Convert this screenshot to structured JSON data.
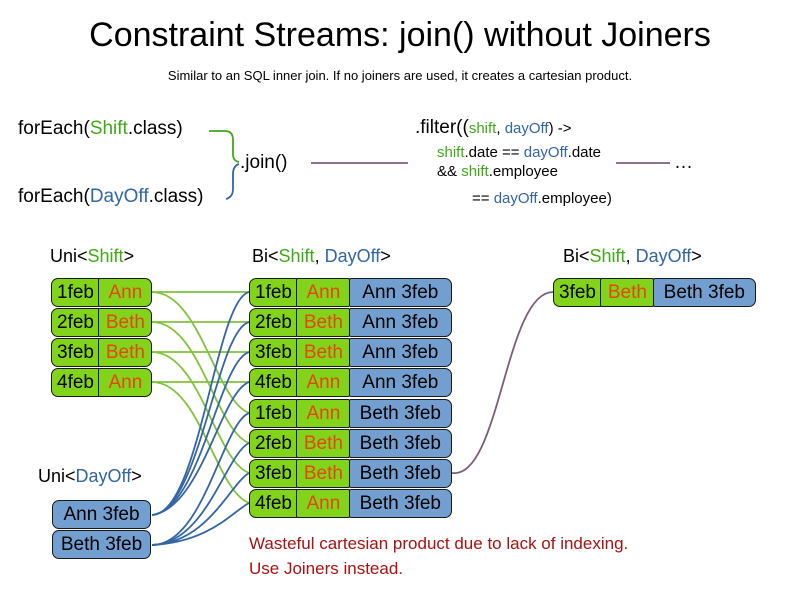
{
  "header": {
    "title": "Constraint Streams: join() without Joiners",
    "subtitle": "Similar to an SQL inner join. If no joiners are used, it creates a cartesian product."
  },
  "colors": {
    "shift_green": "#3faa18",
    "dayoff_blue": "#3465a4",
    "box_green": "#81d41a",
    "box_blue": "#729fcf",
    "name_orange": "#e8450f",
    "warning_red": "#aa1111",
    "join_purple": "#7b5e7b"
  },
  "code": {
    "for_each_shift": {
      "prefix": "forEach(",
      "type": "Shift",
      "suffix": ".class)"
    },
    "for_each_dayoff": {
      "prefix": "forEach(",
      "type": "DayOff",
      "suffix": ".class)"
    },
    "join": ".join()",
    "filter": {
      "line1_prefix": ".filter((",
      "line1_p1": "shift",
      "line1_comma": ", ",
      "line1_p2": "dayOff",
      "line1_suffix": ") ->",
      "line2_a": "shift",
      "line2_b": ".date == ",
      "line2_c": "dayOff",
      "line2_d": ".date",
      "line3_a": "&& ",
      "line3_b": "shift",
      "line3_c": ".employee",
      "line4_a": "== ",
      "line4_b": "dayOff",
      "line4_c": ".employee)"
    },
    "ellipsis": "…"
  },
  "streams": {
    "uni_shift_label": {
      "prefix": "Uni<",
      "type": "Shift",
      "suffix": ">"
    },
    "uni_dayoff_label": {
      "prefix": "Uni<",
      "type": "DayOff",
      "suffix": ">"
    },
    "bi_middle_label": {
      "prefix": "Bi<",
      "type1": "Shift",
      "comma": ", ",
      "type2": "DayOff",
      "suffix": ">"
    },
    "bi_right_label": {
      "prefix": "Bi<",
      "type1": "Shift",
      "comma": ", ",
      "type2": "DayOff",
      "suffix": ">"
    }
  },
  "uni_shift": [
    {
      "date": "1feb",
      "employee": "Ann"
    },
    {
      "date": "2feb",
      "employee": "Beth"
    },
    {
      "date": "3feb",
      "employee": "Beth"
    },
    {
      "date": "4feb",
      "employee": "Ann"
    }
  ],
  "uni_dayoff": [
    {
      "label": "Ann 3feb"
    },
    {
      "label": "Beth 3feb"
    }
  ],
  "bi_middle": [
    {
      "date": "1feb",
      "employee": "Ann",
      "dayoff": "Ann 3feb"
    },
    {
      "date": "2feb",
      "employee": "Beth",
      "dayoff": "Ann 3feb"
    },
    {
      "date": "3feb",
      "employee": "Beth",
      "dayoff": "Ann 3feb"
    },
    {
      "date": "4feb",
      "employee": "Ann",
      "dayoff": "Ann 3feb"
    },
    {
      "date": "1feb",
      "employee": "Ann",
      "dayoff": "Beth 3feb"
    },
    {
      "date": "2feb",
      "employee": "Beth",
      "dayoff": "Beth 3feb"
    },
    {
      "date": "3feb",
      "employee": "Beth",
      "dayoff": "Beth 3feb"
    },
    {
      "date": "4feb",
      "employee": "Ann",
      "dayoff": "Beth 3feb"
    }
  ],
  "bi_right": [
    {
      "date": "3feb",
      "employee": "Beth",
      "dayoff": "Beth 3feb"
    }
  ],
  "warning": {
    "line1": "Wasteful cartesian product due to lack of indexing.",
    "line2": "Use Joiners instead."
  }
}
